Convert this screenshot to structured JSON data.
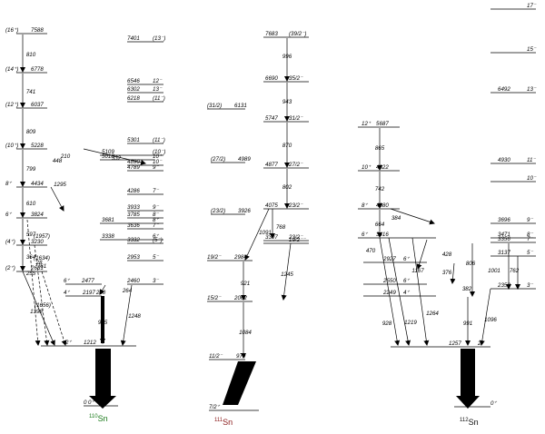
{
  "schemes": [
    {
      "nucleus": "Sn",
      "mass": "110",
      "caption_color": "#1a7a1a",
      "left_levels": [
        {
          "energy": "7588",
          "spin": "(16⁺)"
        },
        {
          "energy": "6778",
          "spin": "(14⁺)"
        },
        {
          "energy": "6037",
          "spin": "(12⁺)"
        },
        {
          "energy": "5228",
          "spin": "(10⁺)"
        },
        {
          "energy": "4434",
          "spin": "8⁺"
        },
        {
          "energy": "3824",
          "spin": "6⁺"
        },
        {
          "energy": "3230",
          "spin": "(4⁺)"
        },
        {
          "energy": "2631",
          "spin": "(2⁺)"
        },
        {
          "energy": "2477",
          "spin": "6⁺"
        },
        {
          "energy": "2197",
          "spin": "4⁺"
        },
        {
          "energy": "1212",
          "spin": "2⁺"
        },
        {
          "energy": "0",
          "spin": "0⁺"
        }
      ],
      "right_levels": [
        {
          "energy": "7401",
          "spin": "(13⁻)"
        },
        {
          "energy": "6546",
          "spin": "12⁻"
        },
        {
          "energy": "6302",
          "spin": "13⁻"
        },
        {
          "energy": "6218",
          "spin": "(11⁻)"
        },
        {
          "energy": "5301",
          "spin": "(11⁻)"
        },
        {
          "energy": "5109",
          "spin": "(10⁻)"
        },
        {
          "energy": "5018",
          "spin": "10⁺"
        },
        {
          "energy": "4890",
          "spin": "10⁻"
        },
        {
          "energy": "4789",
          "spin": "9⁻"
        },
        {
          "energy": "4286",
          "spin": "7⁻"
        },
        {
          "energy": "3933",
          "spin": "9⁻"
        },
        {
          "energy": "3785",
          "spin": "8⁻"
        },
        {
          "energy": "3681",
          "spin": "8⁺"
        },
        {
          "energy": "3636",
          "spin": "7⁻"
        },
        {
          "energy": "3338",
          "spin": "6⁺"
        },
        {
          "energy": "3332",
          "spin": "(5⁻)"
        },
        {
          "energy": "2953",
          "spin": "5⁻"
        },
        {
          "energy": "2460",
          "spin": "3⁻"
        }
      ],
      "gammas": [
        "810",
        "741",
        "809",
        "799",
        "610",
        "597",
        "364",
        "255",
        "28",
        "761",
        "1398",
        "280",
        "985",
        "1212",
        "264",
        "1248",
        "448",
        "210",
        "332",
        "1295",
        "(1957)",
        "(1634)",
        "(1656)"
      ]
    },
    {
      "nucleus": "Sn",
      "mass": "111",
      "caption_color": "#8a1a1a",
      "left_levels": [
        {
          "energy": "6131",
          "spin": "(31/2)"
        },
        {
          "energy": "4989",
          "spin": "(27/2)"
        },
        {
          "energy": "3926",
          "spin": "(23/2)"
        },
        {
          "energy": "2984",
          "spin": "19/2⁻"
        },
        {
          "energy": "2062",
          "spin": "15/2⁻"
        },
        {
          "energy": "979",
          "spin": "11/2⁻"
        },
        {
          "energy": "",
          "spin": "7/2⁺"
        }
      ],
      "right_levels": [
        {
          "energy": "7683",
          "spin": "(39/2⁻)"
        },
        {
          "energy": "6690",
          "spin": "35/2⁻"
        },
        {
          "energy": "5747",
          "spin": "31/2⁻"
        },
        {
          "energy": "4877",
          "spin": "27/2⁻"
        },
        {
          "energy": "4075",
          "spin": "23/2⁻"
        },
        {
          "energy": "3307",
          "spin": "23/2⁻"
        },
        {
          "energy": "",
          "spin": "19/2⁻⁻"
        }
      ],
      "gammas": [
        "996",
        "943",
        "870",
        "802",
        "768",
        "1091",
        "1245",
        "921",
        "1084",
        "979"
      ]
    },
    {
      "nucleus": "Sn",
      "mass": "112",
      "caption_color": "#111111",
      "left_levels": [
        {
          "energy": "5687",
          "spin": "12⁺"
        },
        {
          "energy": "4822",
          "spin": "10⁺"
        },
        {
          "energy": "4080",
          "spin": "8⁺"
        },
        {
          "energy": "3416",
          "spin": "6⁺"
        },
        {
          "energy": "2927",
          "spin": "6⁺"
        },
        {
          "energy": "2550",
          "spin": "6⁺"
        },
        {
          "energy": "2249",
          "spin": "4⁺"
        },
        {
          "energy": "1257",
          "spin": "2⁺"
        },
        {
          "energy": "",
          "spin": "0⁺"
        }
      ],
      "right_levels": [
        {
          "energy": "",
          "spin": "17⁻"
        },
        {
          "energy": "",
          "spin": "15⁻"
        },
        {
          "energy": "6492",
          "spin": "13⁻"
        },
        {
          "energy": "4930",
          "spin": "11⁻"
        },
        {
          "energy": "",
          "spin": "10⁻"
        },
        {
          "energy": "3696",
          "spin": "9⁻"
        },
        {
          "energy": "3471",
          "spin": "8⁻"
        },
        {
          "energy": "3356",
          "spin": "7⁻"
        },
        {
          "energy": "3137",
          "spin": "5⁻"
        },
        {
          "energy": "2353",
          "spin": "3⁻"
        }
      ],
      "gammas": [
        "865",
        "742",
        "664",
        "384",
        "470",
        "1167",
        "376",
        "428",
        "806",
        "1001",
        "762",
        "382",
        "991",
        "1096",
        "928",
        "1219",
        "1264",
        "1257"
      ]
    }
  ]
}
